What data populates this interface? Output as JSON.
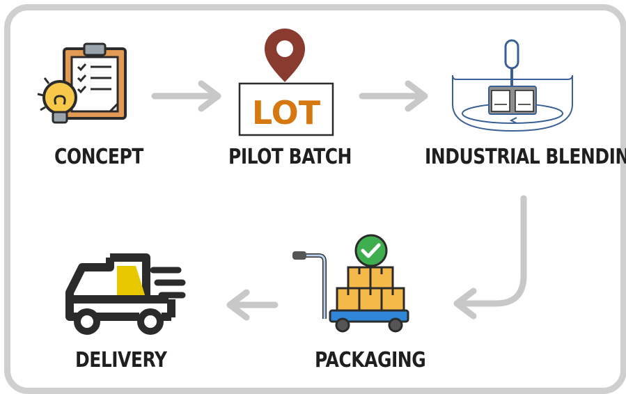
{
  "steps": [
    {
      "id": "concept",
      "label": "CONCEPT",
      "icon": "clipboard-lightbulb-icon"
    },
    {
      "id": "pilot-batch",
      "label": "PILOT BATCH",
      "icon": "lot-location-pin-icon",
      "icon_text": "LOT"
    },
    {
      "id": "industrial-blending",
      "label": "INDUSTRIAL BLENDING",
      "icon": "blending-tank-icon"
    },
    {
      "id": "packaging",
      "label": "PACKAGING",
      "icon": "hand-truck-boxes-icon"
    },
    {
      "id": "delivery",
      "label": "DELIVERY",
      "icon": "delivery-truck-icon"
    }
  ],
  "flow": [
    "concept",
    "pilot-batch",
    "industrial-blending",
    "packaging",
    "delivery"
  ],
  "colors": {
    "frame": "#cfcfcf",
    "arrow": "#c8c8c8",
    "label": "#1f1f1f",
    "lot_text": "#d4780f",
    "pin": "#8a3b30",
    "tank_line": "#3a5f96",
    "box": "#f5b949",
    "cart": "#2f86d6",
    "check": "#3fae4f",
    "truck_yellow": "#e7c800",
    "bulb": "#f7c84a"
  }
}
